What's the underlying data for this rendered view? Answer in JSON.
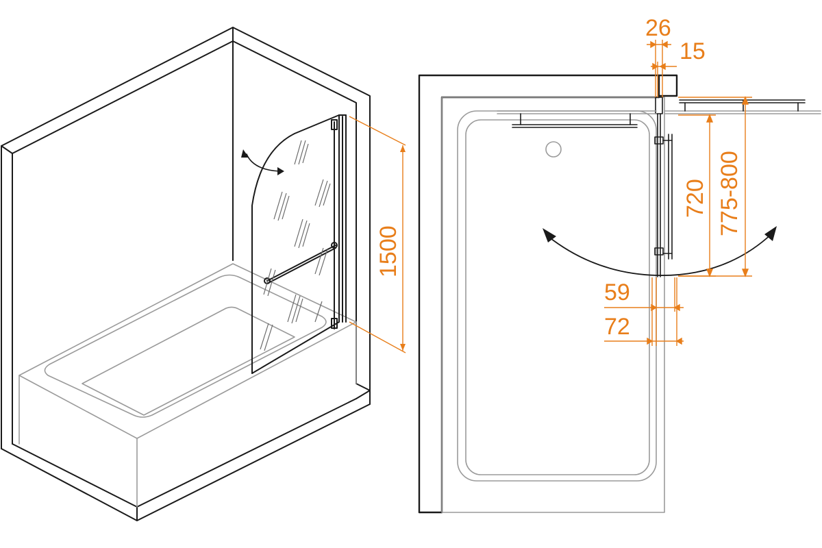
{
  "colors": {
    "outline": "#1a1a1a",
    "light_outline": "#9a9a9a",
    "dimension": "#e87e1a",
    "background": "#ffffff"
  },
  "dimensions": {
    "panel_height": "1500",
    "top_width_26": "26",
    "top_width_15": "15",
    "panel_width": "720",
    "swing_range": "775-800",
    "bottom_59": "59",
    "bottom_72": "72"
  }
}
